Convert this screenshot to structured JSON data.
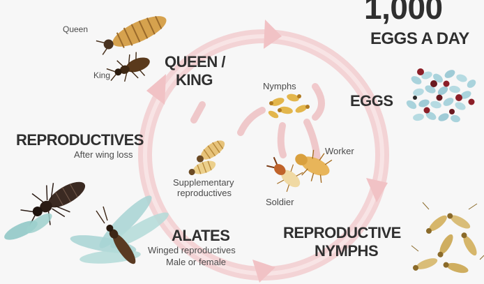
{
  "headline": {
    "number": "1,000",
    "text": "EGGS A DAY"
  },
  "stages": {
    "queen_king": {
      "title_line1": "QUEEN /",
      "title_line2": "KING"
    },
    "eggs": {
      "title": "EGGS"
    },
    "reproductive_nymphs": {
      "title_line1": "REPRODUCTIVE",
      "title_line2": "NYMPHS"
    },
    "alates": {
      "title": "ALATES",
      "sub_line1": "Winged reproductives",
      "sub_line2": "Male or female"
    },
    "reproductives": {
      "title": "REPRODUCTIVES",
      "sub": "After wing loss"
    }
  },
  "inner": {
    "nymphs": "Nymphs",
    "worker": "Worker",
    "soldier": "Soldier",
    "supplementary_line1": "Supplementary",
    "supplementary_line2": "reproductives"
  },
  "castes": {
    "queen": "Queen",
    "king": "King"
  },
  "colors": {
    "cycle_arrow": "#f1c7c9",
    "heading_text": "#2f2f2f",
    "termite_body": "#d9a441",
    "egg_blue": "#a9d3dc",
    "egg_red": "#8c1f28"
  }
}
